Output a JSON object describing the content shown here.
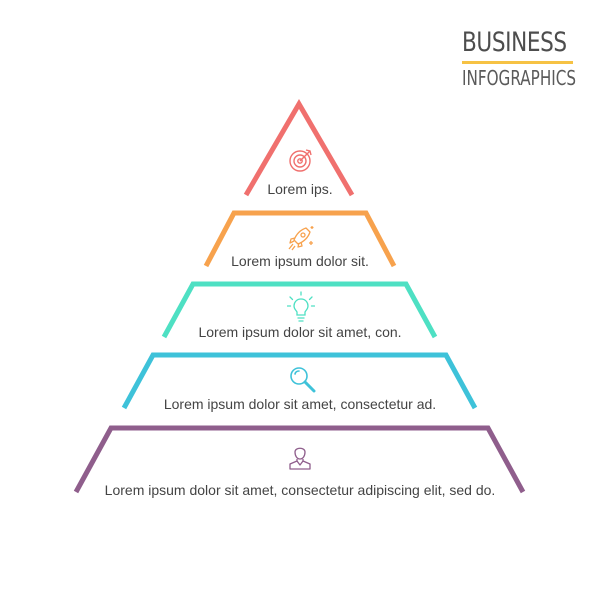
{
  "brand": {
    "title": "BUSINESS",
    "subtitle": "INFOGRAPHICS",
    "underline_color": "#f6c244"
  },
  "levels": [
    {
      "label": "Lorem ips.",
      "color": "#f0706e",
      "icon": "target-icon"
    },
    {
      "label": "Lorem ipsum dolor sit.",
      "color": "#f7a24d",
      "icon": "rocket-icon"
    },
    {
      "label": "Lorem ipsum dolor sit amet, con.",
      "color": "#4ee0c3",
      "icon": "lightbulb-icon"
    },
    {
      "label": "Lorem ipsum dolor sit amet, consectetur ad.",
      "color": "#3ec2d9",
      "icon": "magnifier-icon"
    },
    {
      "label": "Lorem ipsum dolor sit amet, consectetur adipiscing elit, sed do.",
      "color": "#8f5e8c",
      "icon": "user-icon"
    }
  ]
}
